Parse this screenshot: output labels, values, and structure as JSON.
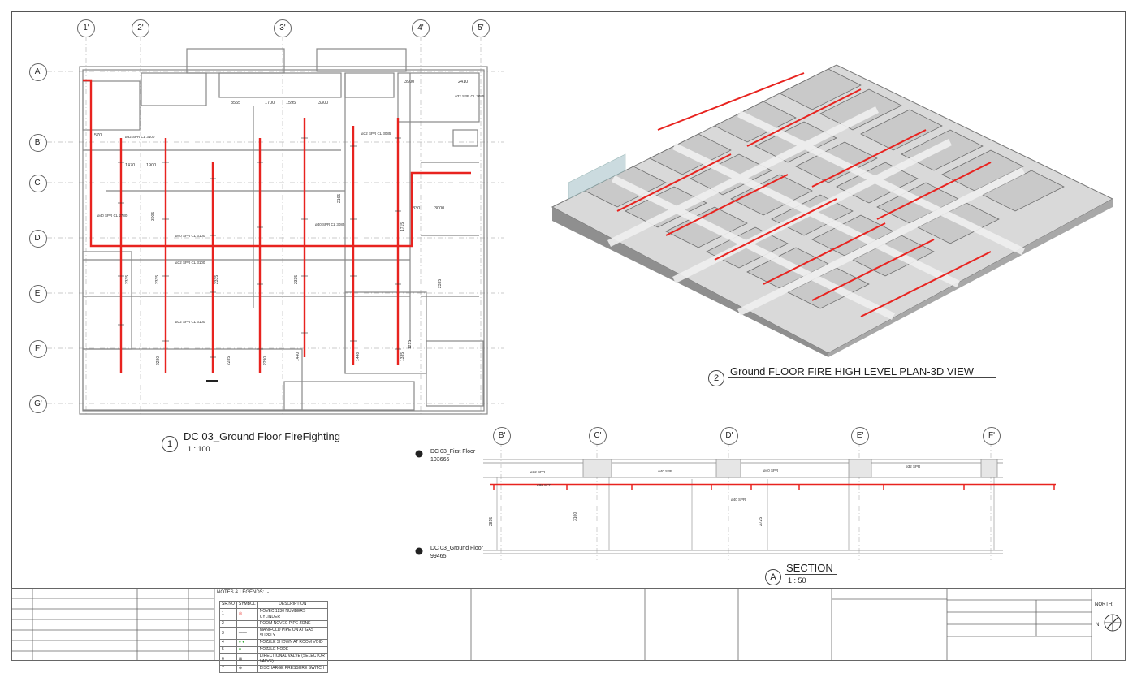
{
  "plan_view": {
    "number": "1",
    "title": "DC 03_Ground Floor FireFighting",
    "scale": "1 : 100",
    "grid_cols": [
      "1'",
      "2'",
      "3'",
      "4'",
      "5'"
    ],
    "grid_rows": [
      "A'",
      "B'",
      "C'",
      "D'",
      "E'",
      "F'",
      "G'"
    ],
    "dims_top": [
      "3900",
      "2410",
      "3555",
      "1700",
      "1595",
      "3300"
    ],
    "dims_other": [
      "570",
      "1470",
      "1900",
      "830",
      "3000",
      "2335",
      "2335",
      "2335",
      "2335",
      "2335",
      "2280",
      "2285",
      "2290",
      "1440",
      "1440",
      "1335",
      "1215",
      "3005",
      "2165",
      "1715"
    ],
    "pipe_labels": [
      "ø32 SPR CL 3100",
      "ø40 SPR CL 2780",
      "ø32 SPR CL 3085",
      "ø40 SPR CL 3100",
      "ø32 SPR CL 3100",
      "ø40 SPR CL 3085",
      "ø32 SPR CL 3100",
      "ø32 SPR CL 3085"
    ]
  },
  "iso_view": {
    "number": "2",
    "title": "Ground FLOOR FIRE HIGH LEVEL PLAN-3D VIEW"
  },
  "section_view": {
    "number": "A",
    "title": "SECTION",
    "scale": "1 : 50",
    "grid_cols": [
      "B'",
      "C'",
      "D'",
      "E'",
      "F'"
    ],
    "level_top_name": "DC 03_First Floor",
    "level_top_value": "103665",
    "level_bottom_name": "DC 03_Ground Floor",
    "level_bottom_value": "99465",
    "labels": [
      "ø32 SPR",
      "ø32 SPR",
      "ø40 SPR",
      "ø40 SPR",
      "ø40 SPR",
      "ø32 SPR"
    ],
    "dims": [
      "2815",
      "3100",
      "2725"
    ]
  },
  "title_block": {
    "notes_heading": "NOTES & LEGENDS:",
    "notes_dash": "-",
    "north_label": "NORTH:",
    "north_letter": "N",
    "legend_headers": [
      "SR.NO",
      "SYMBOL",
      "DESCRIPTION"
    ],
    "legend_rows": [
      {
        "no": "1",
        "desc": "NOVEC 1230 NUMBERS CYLINDER"
      },
      {
        "no": "2",
        "desc": "ROOM NOVEC PIPE ZONE"
      },
      {
        "no": "3",
        "desc": "MANIFOLD PIPE ON AT GAS SUPPLY"
      },
      {
        "no": "4",
        "desc": "NOZZLE SHOWN AT ROOM VOID"
      },
      {
        "no": "5",
        "desc": "NOZZLE NODE"
      },
      {
        "no": "6",
        "desc": "DIRECTIONAL VALVE (SELECTOR VALVE)"
      },
      {
        "no": "7",
        "desc": "DISCHARGE PRESSURE SWITCH"
      }
    ]
  },
  "colors": {
    "pipe": "#e8231f",
    "line": "#555555",
    "wall": "#999999"
  }
}
